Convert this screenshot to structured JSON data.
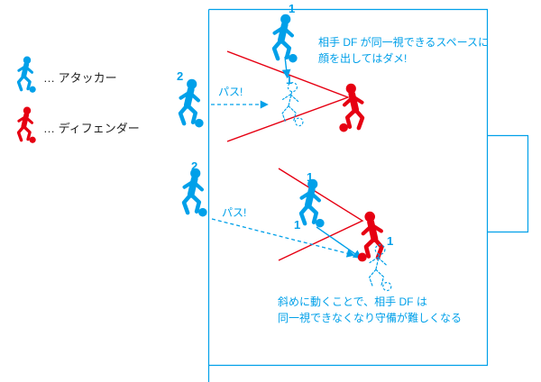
{
  "colors": {
    "accent_blue": "#00a0e9",
    "accent_red": "#e60012",
    "field_line": "#00a0e9",
    "text": "#222222",
    "background": "#ffffff"
  },
  "legend": {
    "attacker": "… アタッカー",
    "defender": "… ディフェンダー"
  },
  "notes": {
    "top": {
      "line1": "相手 DF が同一視できるスペースに",
      "line2": "顔を出してはダメ!"
    },
    "bottom": {
      "line1": "斜めに動くことで、相手 DF は",
      "line2": "同一視できなくなり守備が難しくなる"
    }
  },
  "labels": {
    "pass_top": "パス!",
    "pass_bottom": "パス!"
  },
  "numbers": {
    "top_attacker1": "1",
    "top_attacker2": "2",
    "top_ghost": "1",
    "bottom_attacker2": "2",
    "bottom_attacker1": "1",
    "bottom_attacker1_start": "1",
    "bottom_ghost": "1"
  },
  "icons": {
    "attacker": "running-soccer-player-with-ball",
    "defender": "running-soccer-player-with-ball",
    "ghost_player": "dashed-outline-player-future-position",
    "vision_cone": "red-v-lines-defender-field-of-view",
    "pass_arrow": "dashed-blue-arrow",
    "run_arrow": "solid-blue-arrow"
  }
}
